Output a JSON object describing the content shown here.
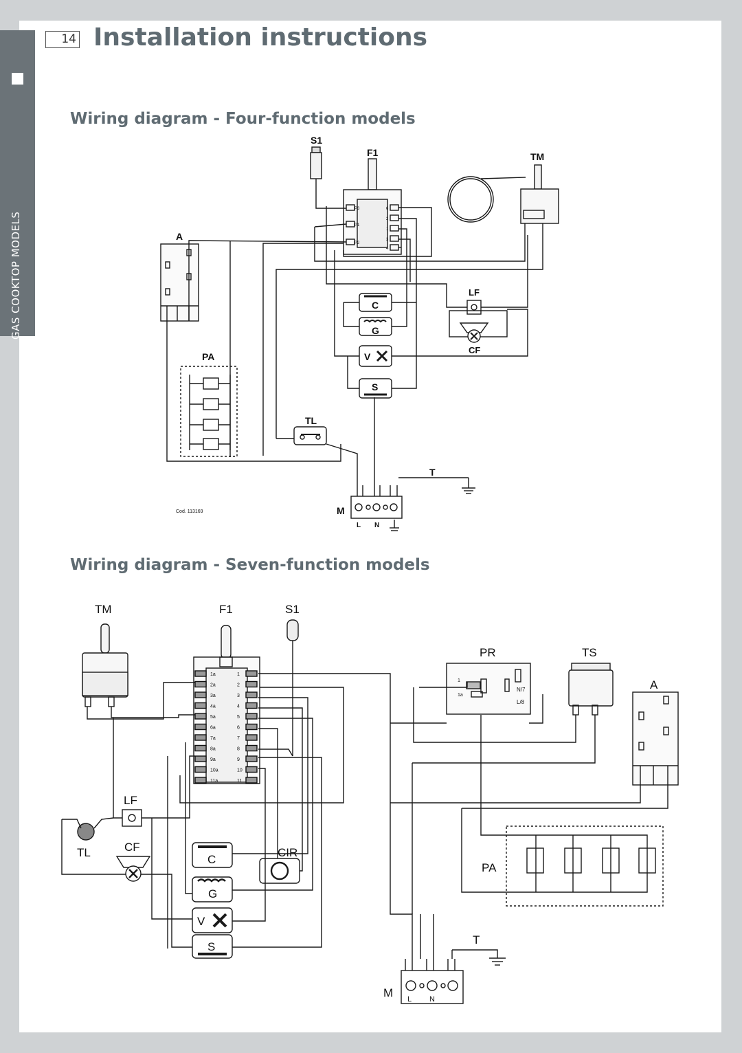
{
  "header": {
    "page_number": "14",
    "title": "Installation instructions"
  },
  "side_tab": {
    "label": "GAS COOKTOP MODELS"
  },
  "diagram1": {
    "title": "Wiring diagram - Four-function models",
    "labels": {
      "S1": "S1",
      "F1": "F1",
      "TM": "TM",
      "A": "A",
      "PA": "PA",
      "LF": "LF",
      "CF": "CF",
      "TL": "TL",
      "T": "T",
      "M": "M",
      "L": "L",
      "N": "N",
      "C": "C",
      "G": "G",
      "V": "V",
      "S": "S"
    },
    "code": "Cod. 113169",
    "switch_pins_left": [
      "P3",
      "P1",
      "P2"
    ],
    "switch_pins_right": [
      "6",
      "2",
      "1",
      "3",
      "4"
    ]
  },
  "diagram2": {
    "title": "Wiring diagram - Seven-function models",
    "labels": {
      "TM": "TM",
      "F1": "F1",
      "S1": "S1",
      "PR": "PR",
      "TS": "TS",
      "A": "A",
      "LF": "LF",
      "TL": "TL",
      "CF": "CF",
      "CIR": "CIR",
      "PA": "PA",
      "T": "T",
      "M": "M",
      "L": "L",
      "N": "N",
      "C": "C",
      "G": "G",
      "V": "V",
      "S": "S"
    },
    "switch_left": [
      "1a",
      "2a",
      "3a",
      "4a",
      "5a",
      "6a",
      "7a",
      "8a",
      "9a",
      "10a",
      "11a"
    ],
    "switch_right": [
      "1",
      "2",
      "3",
      "4",
      "5",
      "6",
      "7",
      "8",
      "9",
      "10",
      "11"
    ],
    "pr_pins": [
      "1",
      "1a",
      "N/7",
      "L/8"
    ]
  }
}
